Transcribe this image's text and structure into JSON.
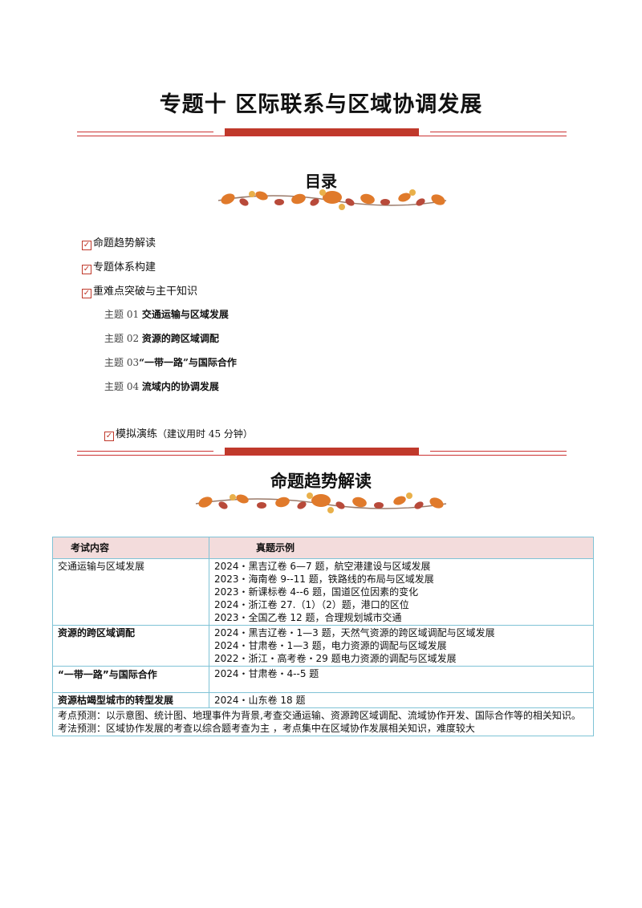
{
  "title": "专题十  区际联系与区域协调发展",
  "mulu": [
    "目",
    "录"
  ],
  "toc": {
    "items": [
      {
        "label": "命题趋势解读"
      },
      {
        "label": "专题体系构建"
      },
      {
        "label": "重难点突破与主干知识"
      }
    ],
    "topics": [
      {
        "prefix": "主题 01 ",
        "title": "交通运输与区域发展"
      },
      {
        "prefix": "主题 02 ",
        "title": "资源的跨区域调配"
      },
      {
        "prefix": "主题 03",
        "title": "“一带一路”与国际合作"
      },
      {
        "prefix": "主题 04  ",
        "title": "流域内的协调发展"
      }
    ],
    "practice": {
      "label": "模拟演练",
      "note": "（建议用时 45 分钟）"
    }
  },
  "section2_title": "命题趋势解读",
  "table": {
    "headers": [
      "考试内容",
      "真题示例"
    ],
    "rows": [
      {
        "topic": "交通运输与区域发展",
        "bold": false,
        "examples": [
          "2024・黑吉辽卷 6—7 题，航空港建设与区域发展",
          "2023・海南卷 9--11 题，铁路线的布局与区域发展",
          "2023・新课标卷 4--6 题，国道区位因素的变化",
          "2024・浙江卷 27.（1）（2）题，港口的区位",
          "2023・全国乙卷 12 题，合理规划城市交通"
        ]
      },
      {
        "topic": "资源的跨区域调配",
        "bold": true,
        "examples": [
          "2024・黑吉辽卷・1—3 题，天然气资源的跨区域调配与区域发展",
          "2024・甘肃卷・1—3 题，电力资源的调配与区域发展",
          "2022・浙江・高考卷・29 题电力资源的调配与区域发展"
        ]
      },
      {
        "topic": "“一带一路”与国际合作",
        "bold": true,
        "examples": [
          "2024・甘肃卷・4--5 题"
        ]
      },
      {
        "topic": "资源枯竭型城市的转型发展",
        "bold": true,
        "examples": [
          "2024・山东卷 18 题"
        ]
      }
    ],
    "footer": [
      "考点预测：以示意图、统计图、地理事件为背景,考查交通运输、资源跨区域调配、流域协作开发、国际合作等的相关知识。",
      "考法预测：区域协作发展的考查以综合题考查为主 ，考点集中在区域协作发展相关知识，难度较大"
    ]
  },
  "colors": {
    "accent": "#c0392b",
    "table_border": "#7fc3d6",
    "header_bg": "#f3dcdc"
  }
}
